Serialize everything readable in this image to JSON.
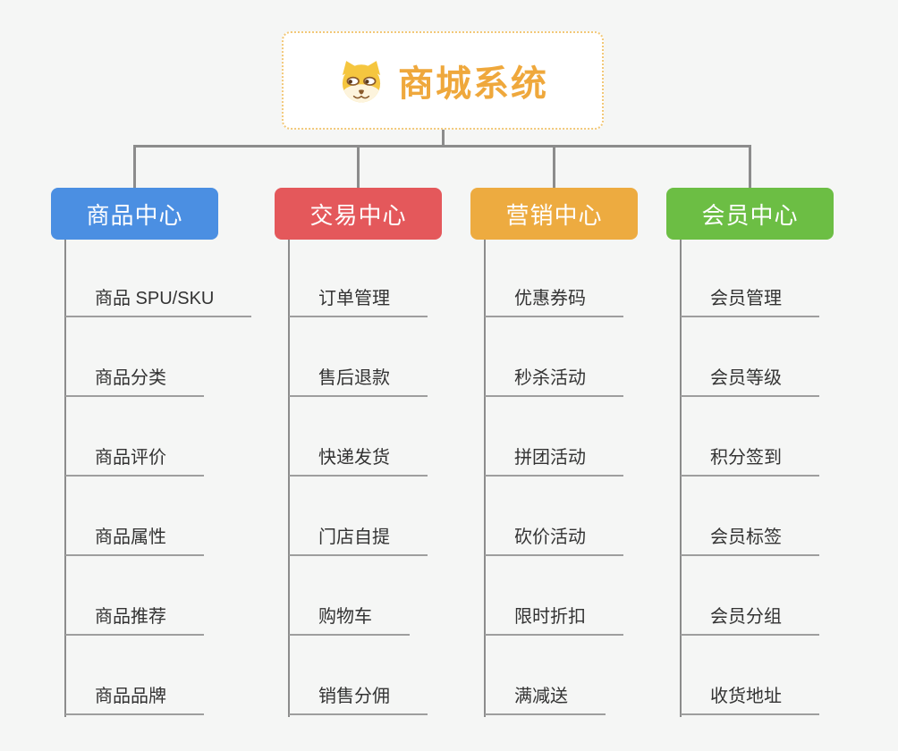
{
  "page": {
    "background_color": "#f5f6f5",
    "connector_color": "#8c8c8c",
    "underline_color": "#9e9e9e",
    "leaf_text_color": "#333333"
  },
  "root": {
    "title": "商城系统",
    "title_color": "#efa83c",
    "border_color": "#f2c878",
    "icon": "dog-face-icon"
  },
  "branches": [
    {
      "label": "商品中心",
      "color": "#4b8fe2",
      "items": [
        "商品 SPU/SKU",
        "商品分类",
        "商品评价",
        "商品属性",
        "商品推荐",
        "商品品牌"
      ]
    },
    {
      "label": "交易中心",
      "color": "#e4585b",
      "items": [
        "订单管理",
        "售后退款",
        "快递发货",
        "门店自提",
        "购物车",
        "销售分佣"
      ]
    },
    {
      "label": "营销中心",
      "color": "#edab40",
      "items": [
        "优惠券码",
        "秒杀活动",
        "拼团活动",
        "砍价活动",
        "限时折扣",
        "满减送"
      ]
    },
    {
      "label": "会员中心",
      "color": "#6cbe44",
      "items": [
        "会员管理",
        "会员等级",
        "积分签到",
        "会员标签",
        "会员分组",
        "收货地址"
      ]
    }
  ]
}
